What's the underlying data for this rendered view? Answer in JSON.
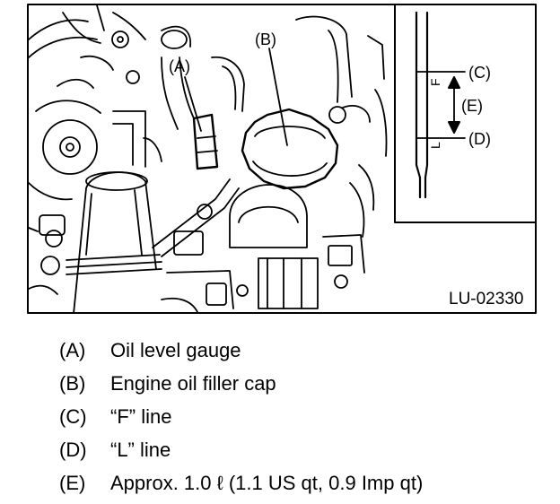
{
  "figure": {
    "code": "LU-02330",
    "callouts": {
      "a": "(A)",
      "b": "(B)",
      "c": "(C)",
      "d": "(D)",
      "e": "(E)"
    },
    "dipstick_marks": {
      "f": "F",
      "l": "L"
    },
    "colors": {
      "ink": "#000000",
      "paper": "#ffffff"
    }
  },
  "legend": {
    "items": [
      {
        "key": "(A)",
        "text": "Oil level gauge"
      },
      {
        "key": "(B)",
        "text": "Engine oil filler cap"
      },
      {
        "key": "(C)",
        "text": "“F” line"
      },
      {
        "key": "(D)",
        "text": "“L” line"
      },
      {
        "key": "(E)",
        "text": "Approx. 1.0 ℓ (1.1 US qt, 0.9 Imp qt)"
      }
    ]
  }
}
